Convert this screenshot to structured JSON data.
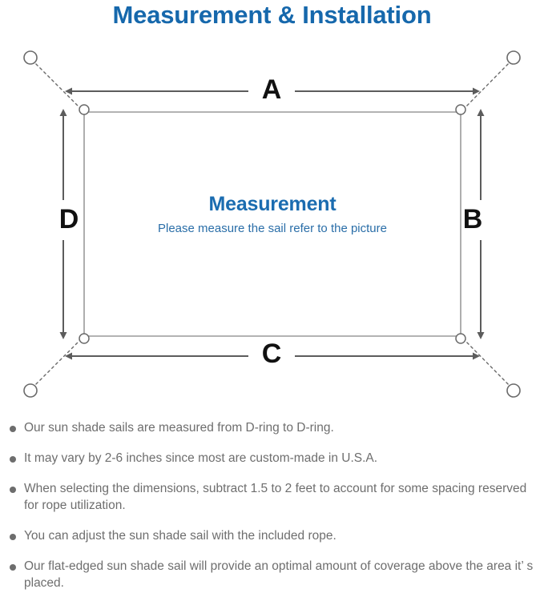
{
  "header": {
    "title": "Measurement & Installation",
    "title_color": "#1668ac"
  },
  "diagram": {
    "name": "sun-shade-sail-measurement-diagram",
    "center_title": "Measurement",
    "center_subtitle": "Please measure the sail refer to the picture",
    "center_title_color": "#1b6cb0",
    "center_subtitle_color": "#2a6ea8",
    "sail_edge_color": "#9a9a9a",
    "arrow_color": "#5c5c5c",
    "rope_color": "#6a6a6a",
    "dimension_labels": [
      {
        "id": "A",
        "label": "A",
        "edge": "top",
        "orientation": "horizontal"
      },
      {
        "id": "B",
        "label": "B",
        "edge": "right",
        "orientation": "vertical"
      },
      {
        "id": "C",
        "label": "C",
        "edge": "bottom",
        "orientation": "horizontal"
      },
      {
        "id": "D",
        "label": "D",
        "edge": "left",
        "orientation": "vertical"
      }
    ],
    "d_rings": [
      {
        "corner": "top-left"
      },
      {
        "corner": "top-right"
      },
      {
        "corner": "bottom-left"
      },
      {
        "corner": "bottom-right"
      }
    ],
    "anchor_points": [
      {
        "corner": "top-left"
      },
      {
        "corner": "top-right"
      },
      {
        "corner": "bottom-left"
      },
      {
        "corner": "bottom-right"
      }
    ]
  },
  "notes": {
    "bullet_color": "#6d6d6d",
    "text_color": "#6e6e6e",
    "items": [
      "Our sun shade sails are measured from D-ring to D-ring.",
      "It may vary by 2-6 inches since most are custom-made in U.S.A.",
      "When selecting the dimensions, subtract 1.5 to 2 feet to account for some spacing reserved for rope utilization.",
      "You can adjust the sun shade sail with the included rope.",
      "Our flat-edged sun shade sail will provide an optimal amount of coverage above the area it’ s placed."
    ]
  }
}
